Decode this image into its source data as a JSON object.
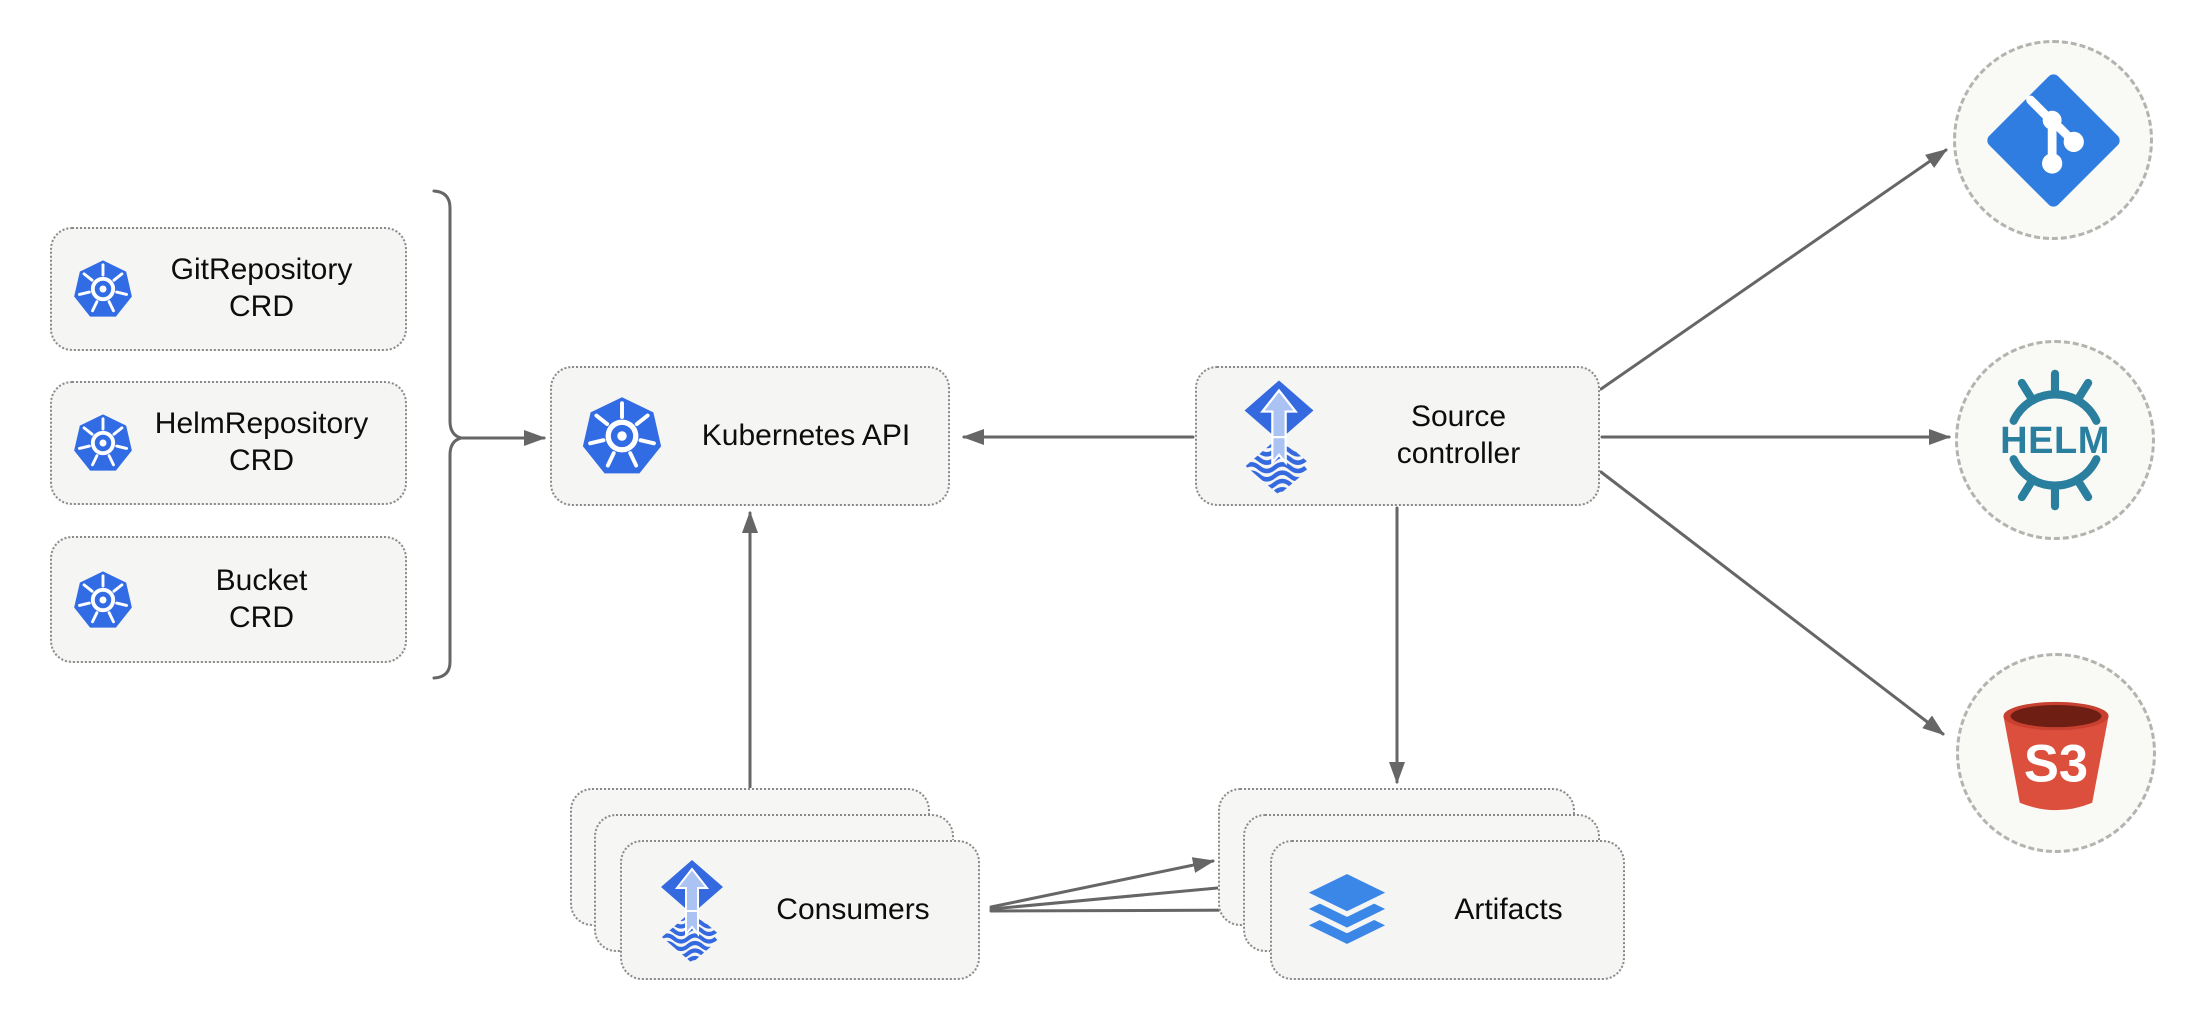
{
  "diagram": {
    "crd_nodes": [
      {
        "line1": "GitRepository",
        "line2": "CRD",
        "icon": "kubernetes-icon"
      },
      {
        "line1": "HelmRepository",
        "line2": "CRD",
        "icon": "kubernetes-icon"
      },
      {
        "line1": "Bucket",
        "line2": "CRD",
        "icon": "kubernetes-icon"
      }
    ],
    "kubernetes_api": {
      "label": "Kubernetes API",
      "icon": "kubernetes-icon"
    },
    "source_controller": {
      "line1": "Source",
      "line2": "controller",
      "icon": "flux-icon"
    },
    "consumers": {
      "label": "Consumers",
      "icon": "flux-icon",
      "stacked_count": 3
    },
    "artifacts": {
      "label": "Artifacts",
      "icon": "layers-icon",
      "stacked_count": 3
    },
    "external_sources": [
      {
        "id": "git",
        "icon": "git-icon",
        "label": ""
      },
      {
        "id": "helm",
        "icon": "helm-icon",
        "label": "HELM"
      },
      {
        "id": "s3",
        "icon": "s3-bucket-icon",
        "label": "S3"
      }
    ],
    "edges": [
      {
        "from": "crd-group",
        "to": "kubernetes-api"
      },
      {
        "from": "source-controller",
        "to": "kubernetes-api"
      },
      {
        "from": "consumers",
        "to": "kubernetes-api"
      },
      {
        "from": "source-controller",
        "to": "artifacts"
      },
      {
        "from": "source-controller",
        "to": "git"
      },
      {
        "from": "source-controller",
        "to": "helm"
      },
      {
        "from": "source-controller",
        "to": "s3"
      },
      {
        "from": "consumers",
        "to": "artifacts"
      }
    ],
    "colors": {
      "background": "#ffffff",
      "node_fill": "#f5f5f4",
      "node_border": "#8a8a8a",
      "circle_border": "#b3b3b0",
      "arrow": "#666666",
      "text": "#0d0d0d",
      "kubernetes_blue": "#326CE5",
      "flux_blue": "#3569E0",
      "flux_arrow_light": "#ABC3F2",
      "git_blue": "#2F7DE1",
      "helm_teal": "#2A7E9E",
      "s3_red": "#DD4F3D",
      "s3_dark": "#6E1E12",
      "artifact_blue": "#3B87E8"
    }
  }
}
